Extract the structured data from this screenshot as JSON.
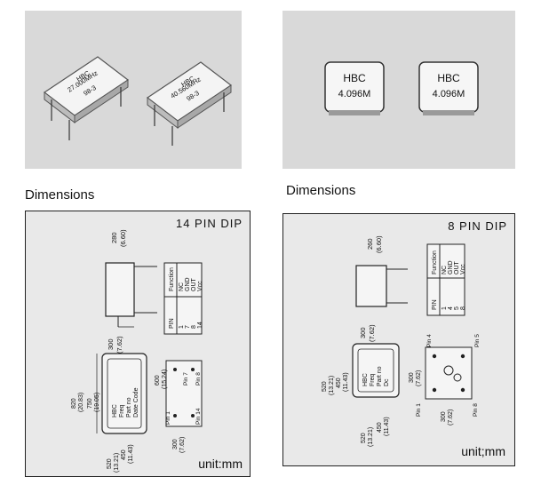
{
  "photos": {
    "left": {
      "chip1": {
        "line1": "HBC",
        "line2": "27.000MHz",
        "line3": "98-3"
      },
      "chip2": {
        "line1": "HBC",
        "line2": "40.560MHz",
        "line3": "98-3"
      }
    },
    "right": {
      "chip1": {
        "line1": "HBC",
        "line2": "4.096M"
      },
      "chip2": {
        "line1": "HBC",
        "line2": "4.096M"
      }
    }
  },
  "sections": {
    "left_heading": "Dimensions",
    "right_heading": "Dimensions"
  },
  "dip14": {
    "title": "14 PIN DIP",
    "unit": "unit:mm",
    "dims": {
      "height": "280",
      "height_mm": "(6.60)",
      "pitch": "300",
      "pitch_mm": "(7.62)",
      "length": "820",
      "length_mm": "(20.83)",
      "inner": "750",
      "inner_mm": "(19.05)",
      "span": "600",
      "span_mm": "(15.24)",
      "width": "520",
      "width_mm": "(13.21)",
      "inner_w": "450",
      "inner_w_mm": "(11.43)",
      "bottom_pitch": "300",
      "bottom_pitch_mm": "(7.62)"
    },
    "marking": [
      "HBC",
      "Freq",
      "Part no",
      "Date Code"
    ],
    "pin_labels": {
      "p7": "Pin 7",
      "p8": "Pin 8",
      "p1": "Pin 1",
      "p14": "Pin 14"
    },
    "table": {
      "head_function": "Function",
      "head_pin": "PIN",
      "functions": [
        "NC",
        "GND",
        "OUT",
        "Vcc"
      ],
      "pins": [
        "1",
        "7",
        "8",
        "14"
      ]
    }
  },
  "dip8": {
    "title": "8 PIN DIP",
    "unit": "unit;mm",
    "dims": {
      "height": "260",
      "height_mm": "(6.60)",
      "pitch": "300",
      "pitch_mm": "(7.62)",
      "length": "520",
      "length_mm": "(13.21)",
      "inner": "450",
      "inner_mm": "(11.43)",
      "span": "300",
      "span_mm": "(7.62)",
      "width": "520",
      "width_mm": "(13.21)",
      "inner_w": "450",
      "inner_w_mm": "(11.43)",
      "bottom_pitch": "300",
      "bottom_pitch_mm": "(7.62)"
    },
    "marking": [
      "HBC",
      "Freq",
      "Part no",
      "Dc"
    ],
    "pin_labels": {
      "p4": "Pin 4",
      "p5": "Pin 5",
      "p1": "Pin 1",
      "p8": "Pin 8"
    },
    "table": {
      "head_function": "Function",
      "head_pin": "PIN",
      "functions": [
        "NC",
        "GND",
        "OUT",
        "Vcc"
      ],
      "pins": [
        "1",
        "4",
        "5",
        "8"
      ]
    }
  }
}
